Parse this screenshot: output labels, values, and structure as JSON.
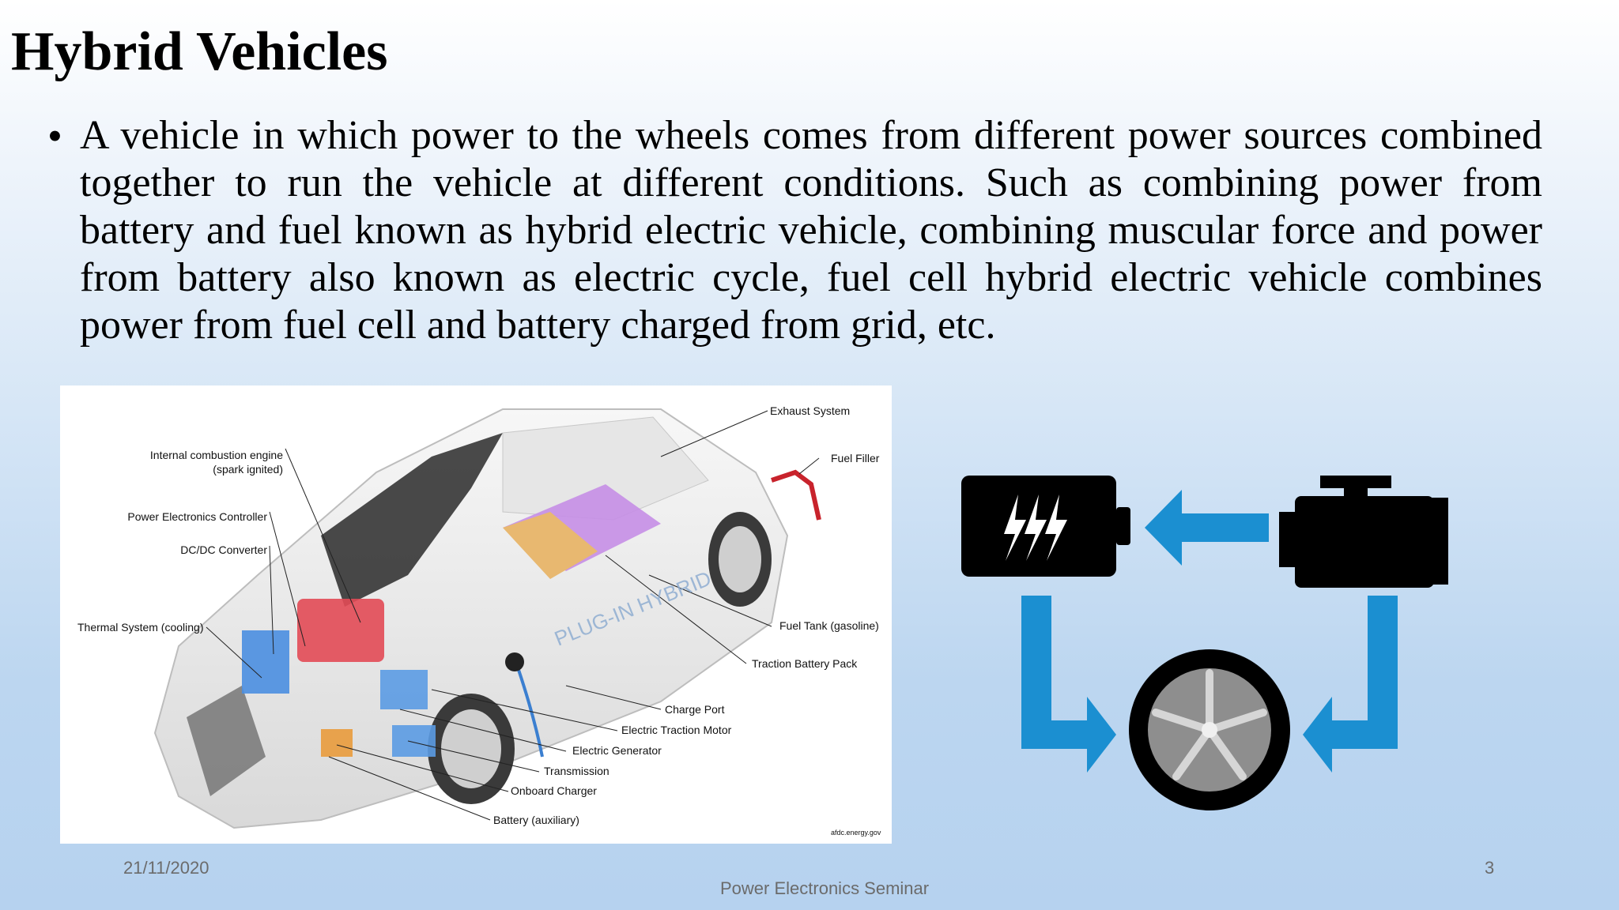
{
  "slide": {
    "title": "Hybrid Vehicles",
    "bullet": "A vehicle in which power to the wheels comes from different power sources combined together to run the vehicle at different conditions. Such as combining power from battery and fuel known as hybrid electric vehicle, combining muscular force and power from battery also known as electric cycle, fuel cell hybrid electric vehicle combines power from fuel cell and battery charged from grid, etc."
  },
  "figure": {
    "labels": {
      "exhaust": "Exhaust System",
      "fuel_filler": "Fuel Filler",
      "ice_1": "Internal combustion engine",
      "ice_2": "(spark ignited)",
      "pec": "Power Electronics Controller",
      "dcdc": "DC/DC Converter",
      "thermal": "Thermal System (cooling)",
      "fuel_tank": "Fuel Tank (gasoline)",
      "traction_battery": "Traction Battery Pack",
      "charge_port": "Charge Port",
      "motor": "Electric Traction Motor",
      "generator": "Electric Generator",
      "transmission": "Transmission",
      "onboard_charger": "Onboard Charger",
      "aux_battery": "Battery (auxiliary)",
      "credit": "afdc.energy.gov",
      "car_text": "PLUG-IN HYBRID"
    }
  },
  "diagram": {
    "icons": [
      "battery-icon",
      "engine-icon",
      "wheel-icon"
    ],
    "arrow_color": "#1b8fd1"
  },
  "footer": {
    "date": "21/11/2020",
    "center": "Power Electronics Seminar",
    "page": "3"
  }
}
